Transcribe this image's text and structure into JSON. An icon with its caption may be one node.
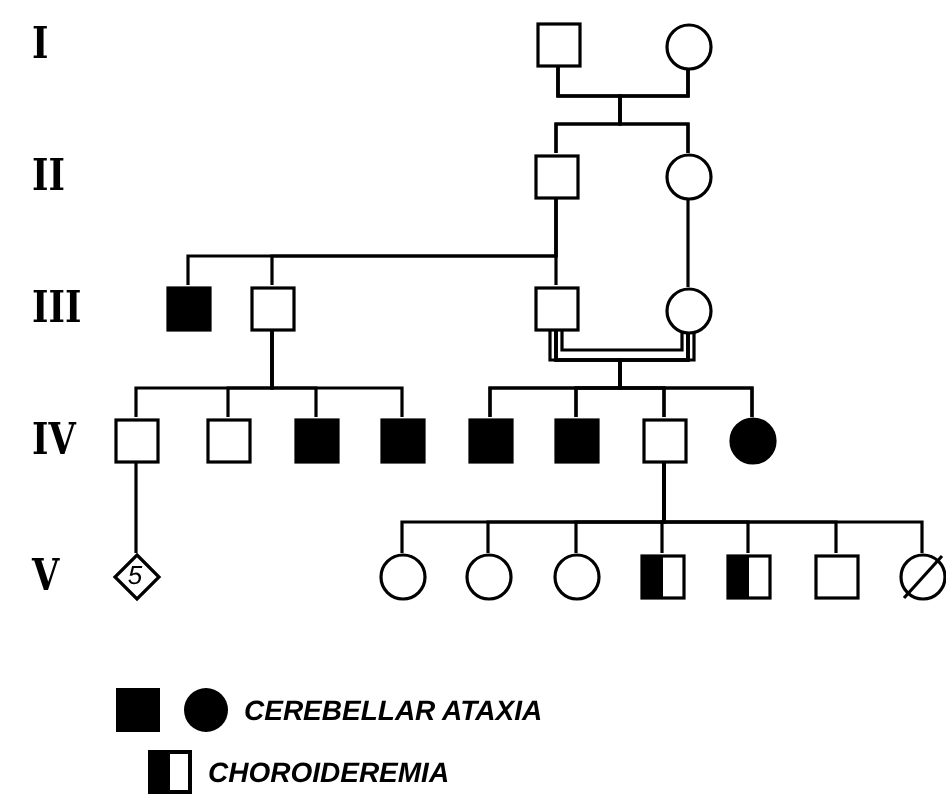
{
  "diagram": {
    "nodes": [
      {
        "text": [],
        "shape": "box"
      },
      {
        "text": [],
        "shape": "circle"
      },
      {
        "text": [],
        "shape": "box"
      },
      {
        "text": [],
        "shape": "circle"
      },
      {
        "text": [],
        "shape": "box"
      },
      {
        "text": [],
        "shape": "box"
      },
      {
        "text": [],
        "shape": "box"
      },
      {
        "text": [],
        "shape": "circle"
      },
      {
        "text": [],
        "shape": "box"
      },
      {
        "text": [],
        "shape": "box"
      },
      {
        "text": [],
        "shape": "box"
      },
      {
        "text": [],
        "shape": "box"
      },
      {
        "text": [],
        "shape": "box"
      },
      {
        "text": [],
        "shape": "box"
      },
      {
        "text": [],
        "shape": "box"
      },
      {
        "text": [],
        "shape": "circle"
      },
      {
        "text": [
          "5"
        ]
      },
      {
        "text": [],
        "shape": "circle"
      },
      {
        "text": [],
        "shape": "circle"
      },
      {
        "text": [],
        "shape": "circle"
      },
      {
        "text": [],
        "shape": "box"
      },
      {
        "text": [],
        "shape": "box"
      },
      {
        "text": [],
        "shape": "box"
      },
      {
        "text": [],
        "shape": "circle"
      }
    ],
    "edges": [
      {
        "from": 0,
        "to": 1,
        "arrow": "none"
      },
      {
        "from": 0,
        "to": 2,
        "arrow": "none"
      },
      {
        "from": 0,
        "to": 3,
        "arrow": "none"
      },
      {
        "from": 1,
        "to": 2,
        "arrow": "none"
      },
      {
        "from": 1,
        "to": 3,
        "arrow": "none"
      },
      {
        "from": 2,
        "to": 4,
        "arrow": "none"
      },
      {
        "from": 2,
        "to": 5,
        "arrow": "none"
      },
      {
        "from": 2,
        "to": 6,
        "arrow": "none"
      },
      {
        "from": 3,
        "to": 7,
        "arrow": "none"
      },
      {
        "from": 6,
        "to": 7,
        "arrow": "none"
      },
      {
        "from": 5,
        "to": 8,
        "arrow": "none"
      },
      {
        "from": 5,
        "to": 9,
        "arrow": "none"
      },
      {
        "from": 5,
        "to": 10,
        "arrow": "none"
      },
      {
        "from": 5,
        "to": 11,
        "arrow": "none"
      },
      {
        "from": 6,
        "to": 12,
        "arrow": "none"
      },
      {
        "from": 6,
        "to": 13,
        "arrow": "none"
      },
      {
        "from": 6,
        "to": 14,
        "arrow": "none"
      },
      {
        "from": 6,
        "to": 15,
        "arrow": "none"
      },
      {
        "from": 7,
        "to": 12,
        "arrow": "none"
      },
      {
        "from": 7,
        "to": 13,
        "arrow": "none"
      },
      {
        "from": 7,
        "to": 14,
        "arrow": "none"
      },
      {
        "from": 7,
        "to": 15,
        "arrow": "none"
      },
      {
        "from": 8,
        "to": 16,
        "arrow": "none"
      },
      {
        "from": 14,
        "to": 17,
        "arrow": "none"
      },
      {
        "from": 14,
        "to": 18,
        "arrow": "none"
      },
      {
        "from": 14,
        "to": 19,
        "arrow": "none"
      },
      {
        "from": 14,
        "to": 20,
        "arrow": "none"
      },
      {
        "from": 14,
        "to": 21,
        "arrow": "none"
      },
      {
        "from": 14,
        "to": 22,
        "arrow": "none"
      },
      {
        "from": 14,
        "to": 23,
        "arrow": "none"
      }
    ],
    "labels": [
      "I",
      "II",
      "III",
      "IV",
      "V"
    ],
    "legend": [
      {
        "text": "CEREBELLAR ATAXIA"
      },
      {
        "text": "CHOROIDEREMIA"
      }
    ]
  }
}
